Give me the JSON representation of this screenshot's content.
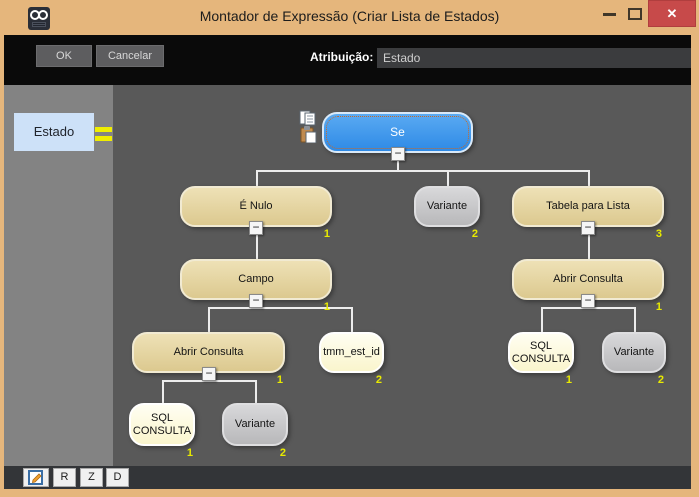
{
  "window": {
    "title": "Montador de Expressão (Criar Lista de Estados)",
    "controls": {
      "close": "✕"
    }
  },
  "toolbar": {
    "ok_label": "OK",
    "cancel_label": "Cancelar",
    "attribution_label": "Atribuição:",
    "attribution_value": "Estado"
  },
  "sidebar": {
    "variable_label": "Estado"
  },
  "tree": {
    "collapse_glyph": "−",
    "nodes": [
      {
        "id": "se",
        "label": "Se",
        "type": "blue",
        "badge": ""
      },
      {
        "id": "e-nulo",
        "label": "É Nulo",
        "type": "tan",
        "badge": "1"
      },
      {
        "id": "variante-top",
        "label": "Variante",
        "type": "gray",
        "badge": "2"
      },
      {
        "id": "tabela-para-lista",
        "label": "Tabela para Lista",
        "type": "tan",
        "badge": "3"
      },
      {
        "id": "campo",
        "label": "Campo",
        "type": "tan",
        "badge": "1"
      },
      {
        "id": "abrir-consulta-left",
        "label": "Abrir Consulta",
        "type": "tan",
        "badge": "1"
      },
      {
        "id": "tmm-est-id",
        "label": "tmm_est_id",
        "type": "cream",
        "badge": "2"
      },
      {
        "id": "sql-consulta-left",
        "label": "SQL CONSULTA",
        "type": "cream",
        "badge": "1"
      },
      {
        "id": "variante-left",
        "label": "Variante",
        "type": "gray",
        "badge": "2"
      },
      {
        "id": "abrir-consulta-right",
        "label": "Abrir Consulta",
        "type": "tan",
        "badge": "1"
      },
      {
        "id": "sql-consulta-right",
        "label": "SQL CONSULTA",
        "type": "cream",
        "badge": "1"
      },
      {
        "id": "variante-right",
        "label": "Variante",
        "type": "gray",
        "badge": "2"
      }
    ]
  },
  "bottom_toolbar": {
    "buttons": [
      "R",
      "Z",
      "D"
    ]
  },
  "icons": {
    "app": "goggles-icon",
    "copy": "copy-icon",
    "paste": "paste-icon",
    "edit": "edit-pencil-icon",
    "equals": "equals-icon",
    "minimize": "minimize-icon",
    "maximize": "maximize-icon"
  },
  "colors": {
    "titlebar": "#e5b67c",
    "close_button": "#c74a4a",
    "toolbar_bg": "#0a0a0a",
    "sidebar_bg": "#838383",
    "canvas_bg": "#595959",
    "node_blue": "#3e97ec",
    "node_tan": "#e3d3a0",
    "node_gray": "#c4c4c6",
    "node_cream": "#fcfad7",
    "badge": "#e8ea00",
    "estado_chip": "#cde1f8",
    "equals": "#f0ee00"
  }
}
